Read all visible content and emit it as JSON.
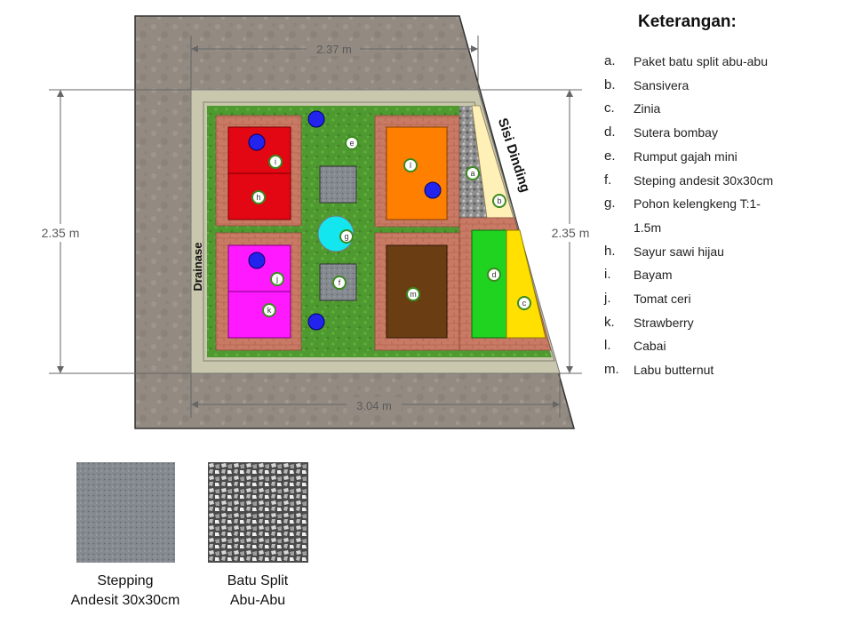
{
  "legend": {
    "title": "Keterangan:",
    "items": [
      {
        "key": "a.",
        "text": "Paket batu split abu-abu"
      },
      {
        "key": "b.",
        "text": "Sansivera"
      },
      {
        "key": "c.",
        "text": "Zinia"
      },
      {
        "key": "d.",
        "text": "Sutera bombay"
      },
      {
        "key": "e.",
        "text": "Rumput gajah mini"
      },
      {
        "key": "f.",
        "text": "Steping andesit 30x30cm"
      },
      {
        "key": "g.",
        "text": "Pohon kelengkeng T:1-1.5m"
      },
      {
        "key": "h.",
        "text": "Sayur sawi hijau"
      },
      {
        "key": "i.",
        "text": "Bayam"
      },
      {
        "key": "j.",
        "text": "Tomat ceri"
      },
      {
        "key": "k.",
        "text": "Strawberry"
      },
      {
        "key": "l.",
        "text": "Cabai"
      },
      {
        "key": "m.",
        "text": "Labu butternut"
      }
    ]
  },
  "dimensions": {
    "top": "2.37 m",
    "bottom": "3.04 m",
    "left": "2.35 m",
    "right": "2.35 m"
  },
  "labels": {
    "drainage": "Drainase",
    "wall_side": "Sisi Dinding"
  },
  "markers": {
    "a": "a",
    "b": "b",
    "c": "c",
    "d": "d",
    "e": "e",
    "f": "f",
    "g": "g",
    "h": "h",
    "i": "i",
    "j": "j",
    "k": "k",
    "l": "l",
    "m": "m"
  },
  "samples": [
    {
      "label": "Stepping\nAndesit 30x30cm"
    },
    {
      "label": "Batu Split\nAbu-Abu"
    }
  ],
  "colors": {
    "grass": "#4e9a2e",
    "red_bed": "#e30613",
    "orange_bed": "#ff7f00",
    "magenta_bed": "#ff19ff",
    "brown_bed": "#6b3d12",
    "green_bed": "#21d321",
    "yellow_bed": "#ffe000",
    "cream": "#fff0b8",
    "brick": "#c47560",
    "concrete": "#908a80",
    "frame": "#c8c6ab",
    "cyan_tree": "#14e6f0",
    "blue_dot": "#2323ee"
  }
}
